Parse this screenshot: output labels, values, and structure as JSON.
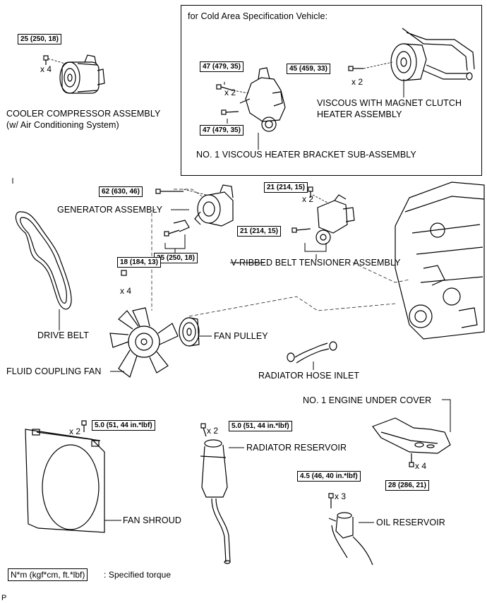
{
  "inset": {
    "title": "for Cold Area Specification Vehicle:"
  },
  "torques": {
    "compressor": "25 (250, 18)",
    "bracket_top": "47 (479, 35)",
    "bracket_bottom": "47 (479, 35)",
    "viscous": "45 (459, 33)",
    "generator_top": "62 (630, 46)",
    "generator_bottom": "25 (250, 18)",
    "tensioner_top": "21 (214, 15)",
    "tensioner_bottom": "21 (214, 15)",
    "fan_nut": "18 (184, 13)",
    "shroud": "5.0 (51, 44 in.*lbf)",
    "reservoir": "5.0 (51, 44 in.*lbf)",
    "oil_reservoir": "4.5 (46, 40 in.*lbf)",
    "under_cover": "28 (286, 21)"
  },
  "quantities": {
    "compressor": "x 4",
    "bracket": "x 2",
    "viscous": "x 2",
    "tensioner": "x 2",
    "fan_nut": "x 4",
    "shroud": "x 2",
    "reservoir": "x 2",
    "oil_reservoir": "x 3",
    "under_cover": "x 4"
  },
  "labels": {
    "compressor_line1": "COOLER COMPRESSOR ASSEMBLY",
    "compressor_line2": "(w/ Air Conditioning System)",
    "viscous_line1": "VISCOUS WITH MAGNET CLUTCH",
    "viscous_line2": "HEATER ASSEMBLY",
    "bracket": "NO. 1 VISCOUS HEATER BRACKET SUB-ASSEMBLY",
    "generator": "GENERATOR ASSEMBLY",
    "tensioner": "V-RIBBED BELT TENSIONER ASSEMBLY",
    "drive_belt": "DRIVE BELT",
    "fan_pulley": "FAN PULLEY",
    "fluid_coupling_fan": "FLUID COUPLING FAN",
    "radiator_hose_inlet": "RADIATOR HOSE INLET",
    "under_cover": "NO. 1 ENGINE UNDER COVER",
    "radiator_reservoir": "RADIATOR RESERVOIR",
    "fan_shroud": "FAN SHROUD",
    "oil_reservoir": "OIL RESERVOIR"
  },
  "legend": {
    "unit": "N*m (kgf*cm, ft.*lbf)",
    "text": ": Specified torque"
  },
  "footer_mark": "P"
}
